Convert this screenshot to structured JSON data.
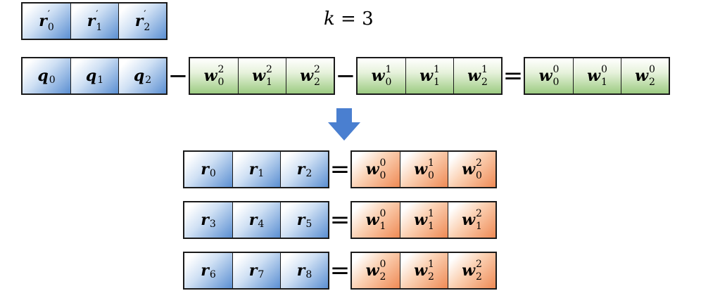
{
  "top_row": {
    "cells": [
      {
        "base": "r",
        "sub": "0",
        "prime": "′"
      },
      {
        "base": "r",
        "sub": "1",
        "prime": "′"
      },
      {
        "base": "r",
        "sub": "2",
        "prime": "′"
      }
    ]
  },
  "k_label": {
    "var": "k",
    "rest": " = 3"
  },
  "equation": {
    "q": [
      {
        "base": "q",
        "sub": "0"
      },
      {
        "base": "q",
        "sub": "1"
      },
      {
        "base": "q",
        "sub": "2"
      }
    ],
    "op1": "−",
    "w2": [
      {
        "base": "w",
        "sub": "0",
        "sup": "2"
      },
      {
        "base": "w",
        "sub": "1",
        "sup": "2"
      },
      {
        "base": "w",
        "sub": "2",
        "sup": "2"
      }
    ],
    "op2": "−",
    "w1": [
      {
        "base": "w",
        "sub": "0",
        "sup": "1"
      },
      {
        "base": "w",
        "sub": "1",
        "sup": "1"
      },
      {
        "base": "w",
        "sub": "2",
        "sup": "1"
      }
    ],
    "op3": "=",
    "w0": [
      {
        "base": "w",
        "sub": "0",
        "sup": "0"
      },
      {
        "base": "w",
        "sub": "1",
        "sup": "0"
      },
      {
        "base": "w",
        "sub": "2",
        "sup": "0"
      }
    ]
  },
  "result_rows": [
    {
      "r": [
        {
          "base": "r",
          "sub": "0"
        },
        {
          "base": "r",
          "sub": "1"
        },
        {
          "base": "r",
          "sub": "2"
        }
      ],
      "op": "=",
      "w": [
        {
          "base": "w",
          "sub": "0",
          "sup": "0"
        },
        {
          "base": "w",
          "sub": "0",
          "sup": "1"
        },
        {
          "base": "w",
          "sub": "0",
          "sup": "2"
        }
      ]
    },
    {
      "r": [
        {
          "base": "r",
          "sub": "3"
        },
        {
          "base": "r",
          "sub": "4"
        },
        {
          "base": "r",
          "sub": "5"
        }
      ],
      "op": "=",
      "w": [
        {
          "base": "w",
          "sub": "1",
          "sup": "0"
        },
        {
          "base": "w",
          "sub": "1",
          "sup": "1"
        },
        {
          "base": "w",
          "sub": "1",
          "sup": "2"
        }
      ]
    },
    {
      "r": [
        {
          "base": "r",
          "sub": "6"
        },
        {
          "base": "r",
          "sub": "7"
        },
        {
          "base": "r",
          "sub": "8"
        }
      ],
      "op": "=",
      "w": [
        {
          "base": "w",
          "sub": "2",
          "sup": "0"
        },
        {
          "base": "w",
          "sub": "2",
          "sup": "1"
        },
        {
          "base": "w",
          "sub": "2",
          "sup": "2"
        }
      ]
    }
  ],
  "colors": {
    "blue": "#5b8fd2",
    "green": "#9dcc82",
    "orange": "#ef8a55",
    "arrow": "#4a7fd0"
  }
}
